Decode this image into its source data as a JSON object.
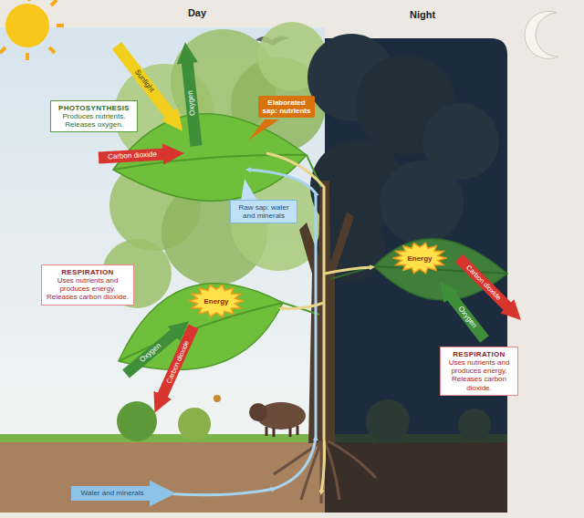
{
  "diagram": {
    "nodes": [
      {
        "text": [
          "PHOTOSYNTHESIS",
          "Produces nutrients. Releases oxygen."
        ]
      },
      {
        "text": [
          "Elaborated sap: nutrients"
        ]
      },
      {
        "text": [
          "Raw sap: water and minerals"
        ]
      },
      {
        "text": [
          "RESPIRATION",
          "Uses nutrients and produces energy. Releases carbon dioxide."
        ]
      },
      {
        "text": [
          "Energy"
        ]
      },
      {
        "text": [
          "Energy"
        ]
      },
      {
        "text": [
          "RESPIRATION",
          "Uses nutrients and produces energy. Releases carbon dioxide."
        ]
      }
    ],
    "labels": [
      "Day",
      "Night",
      "Sunlight",
      "Oxygen",
      "Carbon dioxide",
      "Oxygen",
      "Carbon dioxide",
      "Carbon dioxide",
      "Oxygen",
      "Water and minerals"
    ]
  }
}
